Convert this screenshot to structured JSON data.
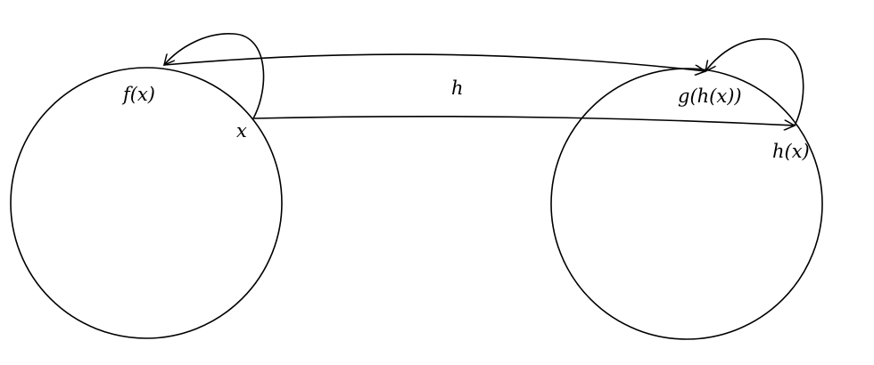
{
  "labels": {
    "fx": "f(x)",
    "x": "x",
    "h": "h",
    "ghx": "g(h(x))",
    "hx": "h(x)"
  },
  "colors": {
    "stroke": "#000000",
    "background": "#ffffff"
  }
}
